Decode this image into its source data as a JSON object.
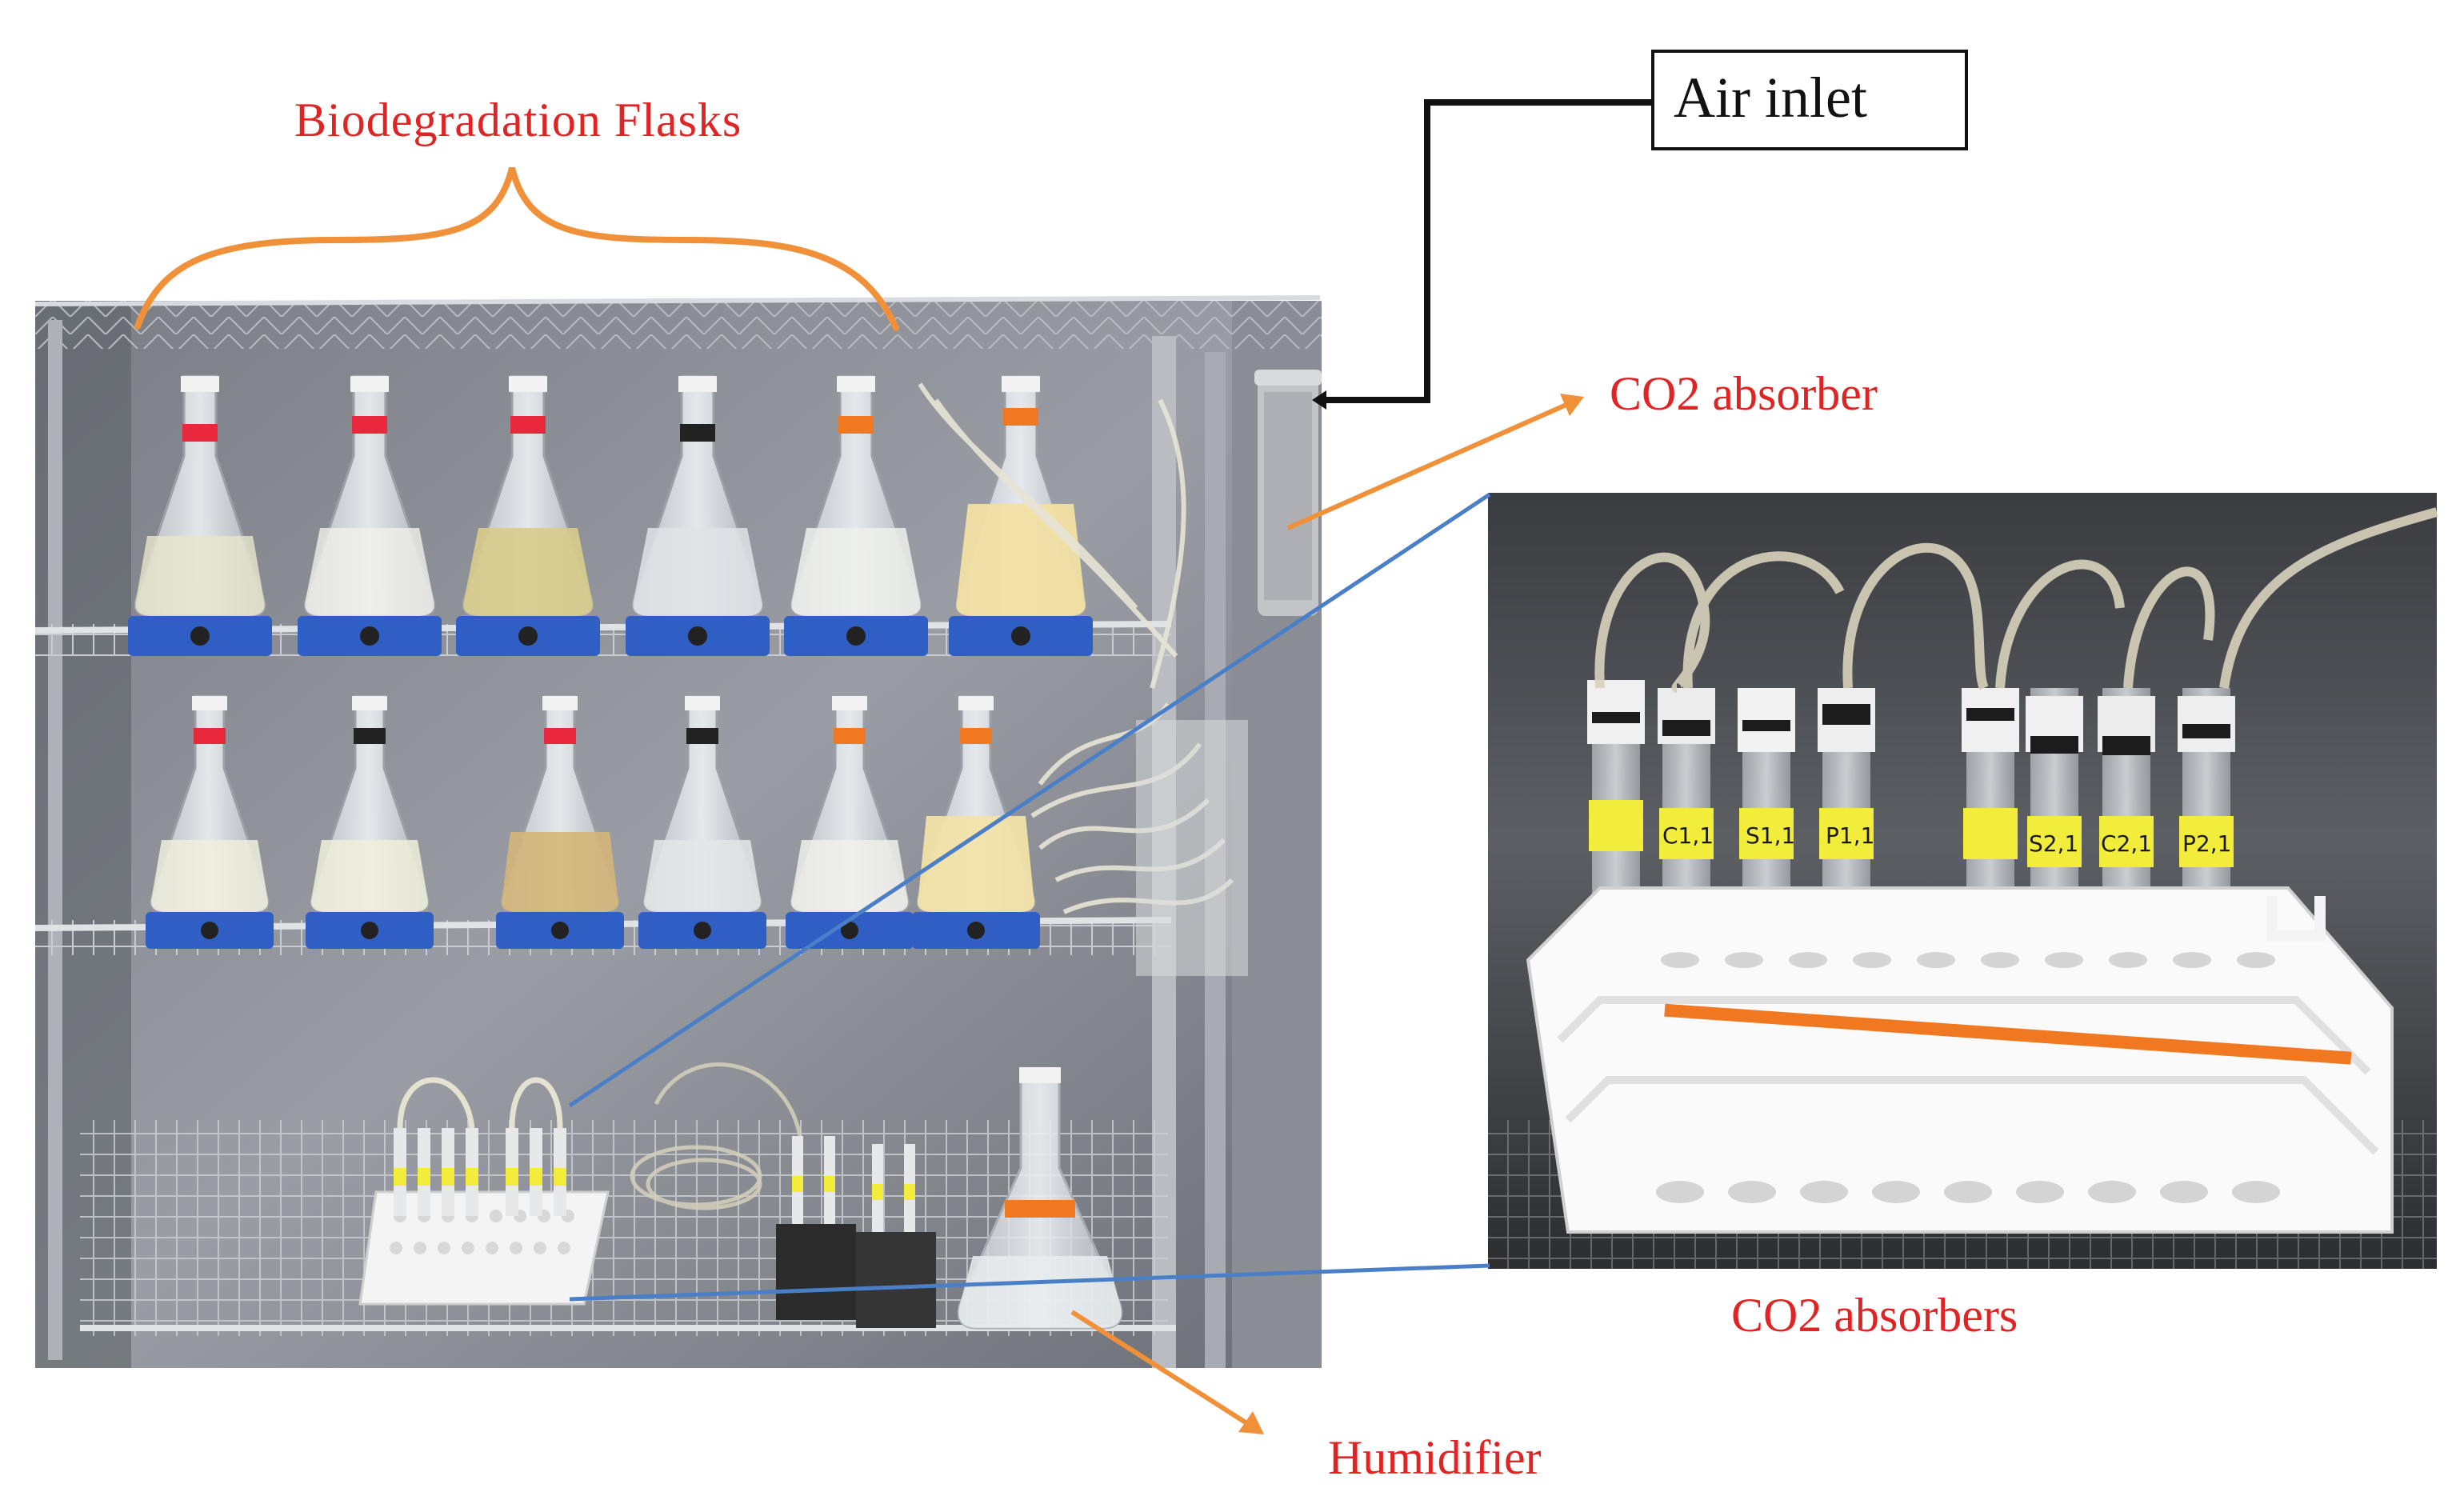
{
  "labels": {
    "biodegradation_flasks": "Biodegradation  Flasks",
    "air_inlet": "Air inlet",
    "co2_absorber": "CO2 absorber",
    "co2_absorbers": "CO2 absorbers",
    "humidifier": "Humidifier"
  },
  "colors": {
    "label_red": "#e02424",
    "arrow_orange": "#f0913a",
    "connector_blue": "#4a7fc8",
    "cap_red": "#e8283c",
    "cap_orange": "#f07820",
    "stir_plate_blue": "#2f5fc4",
    "tube_label_yellow": "#f2ec3a"
  },
  "tube_markings": [
    "C1,1",
    "S1,1",
    "P1,1",
    "S2,1",
    "C2,1",
    "P2,1"
  ],
  "photo_left": {
    "flask_caps_top_row": [
      "red",
      "red",
      "red",
      "black",
      "orange",
      "orange"
    ],
    "flask_caps_middle_row": [
      "red",
      "black",
      "red",
      "black",
      "orange",
      "orange"
    ]
  }
}
